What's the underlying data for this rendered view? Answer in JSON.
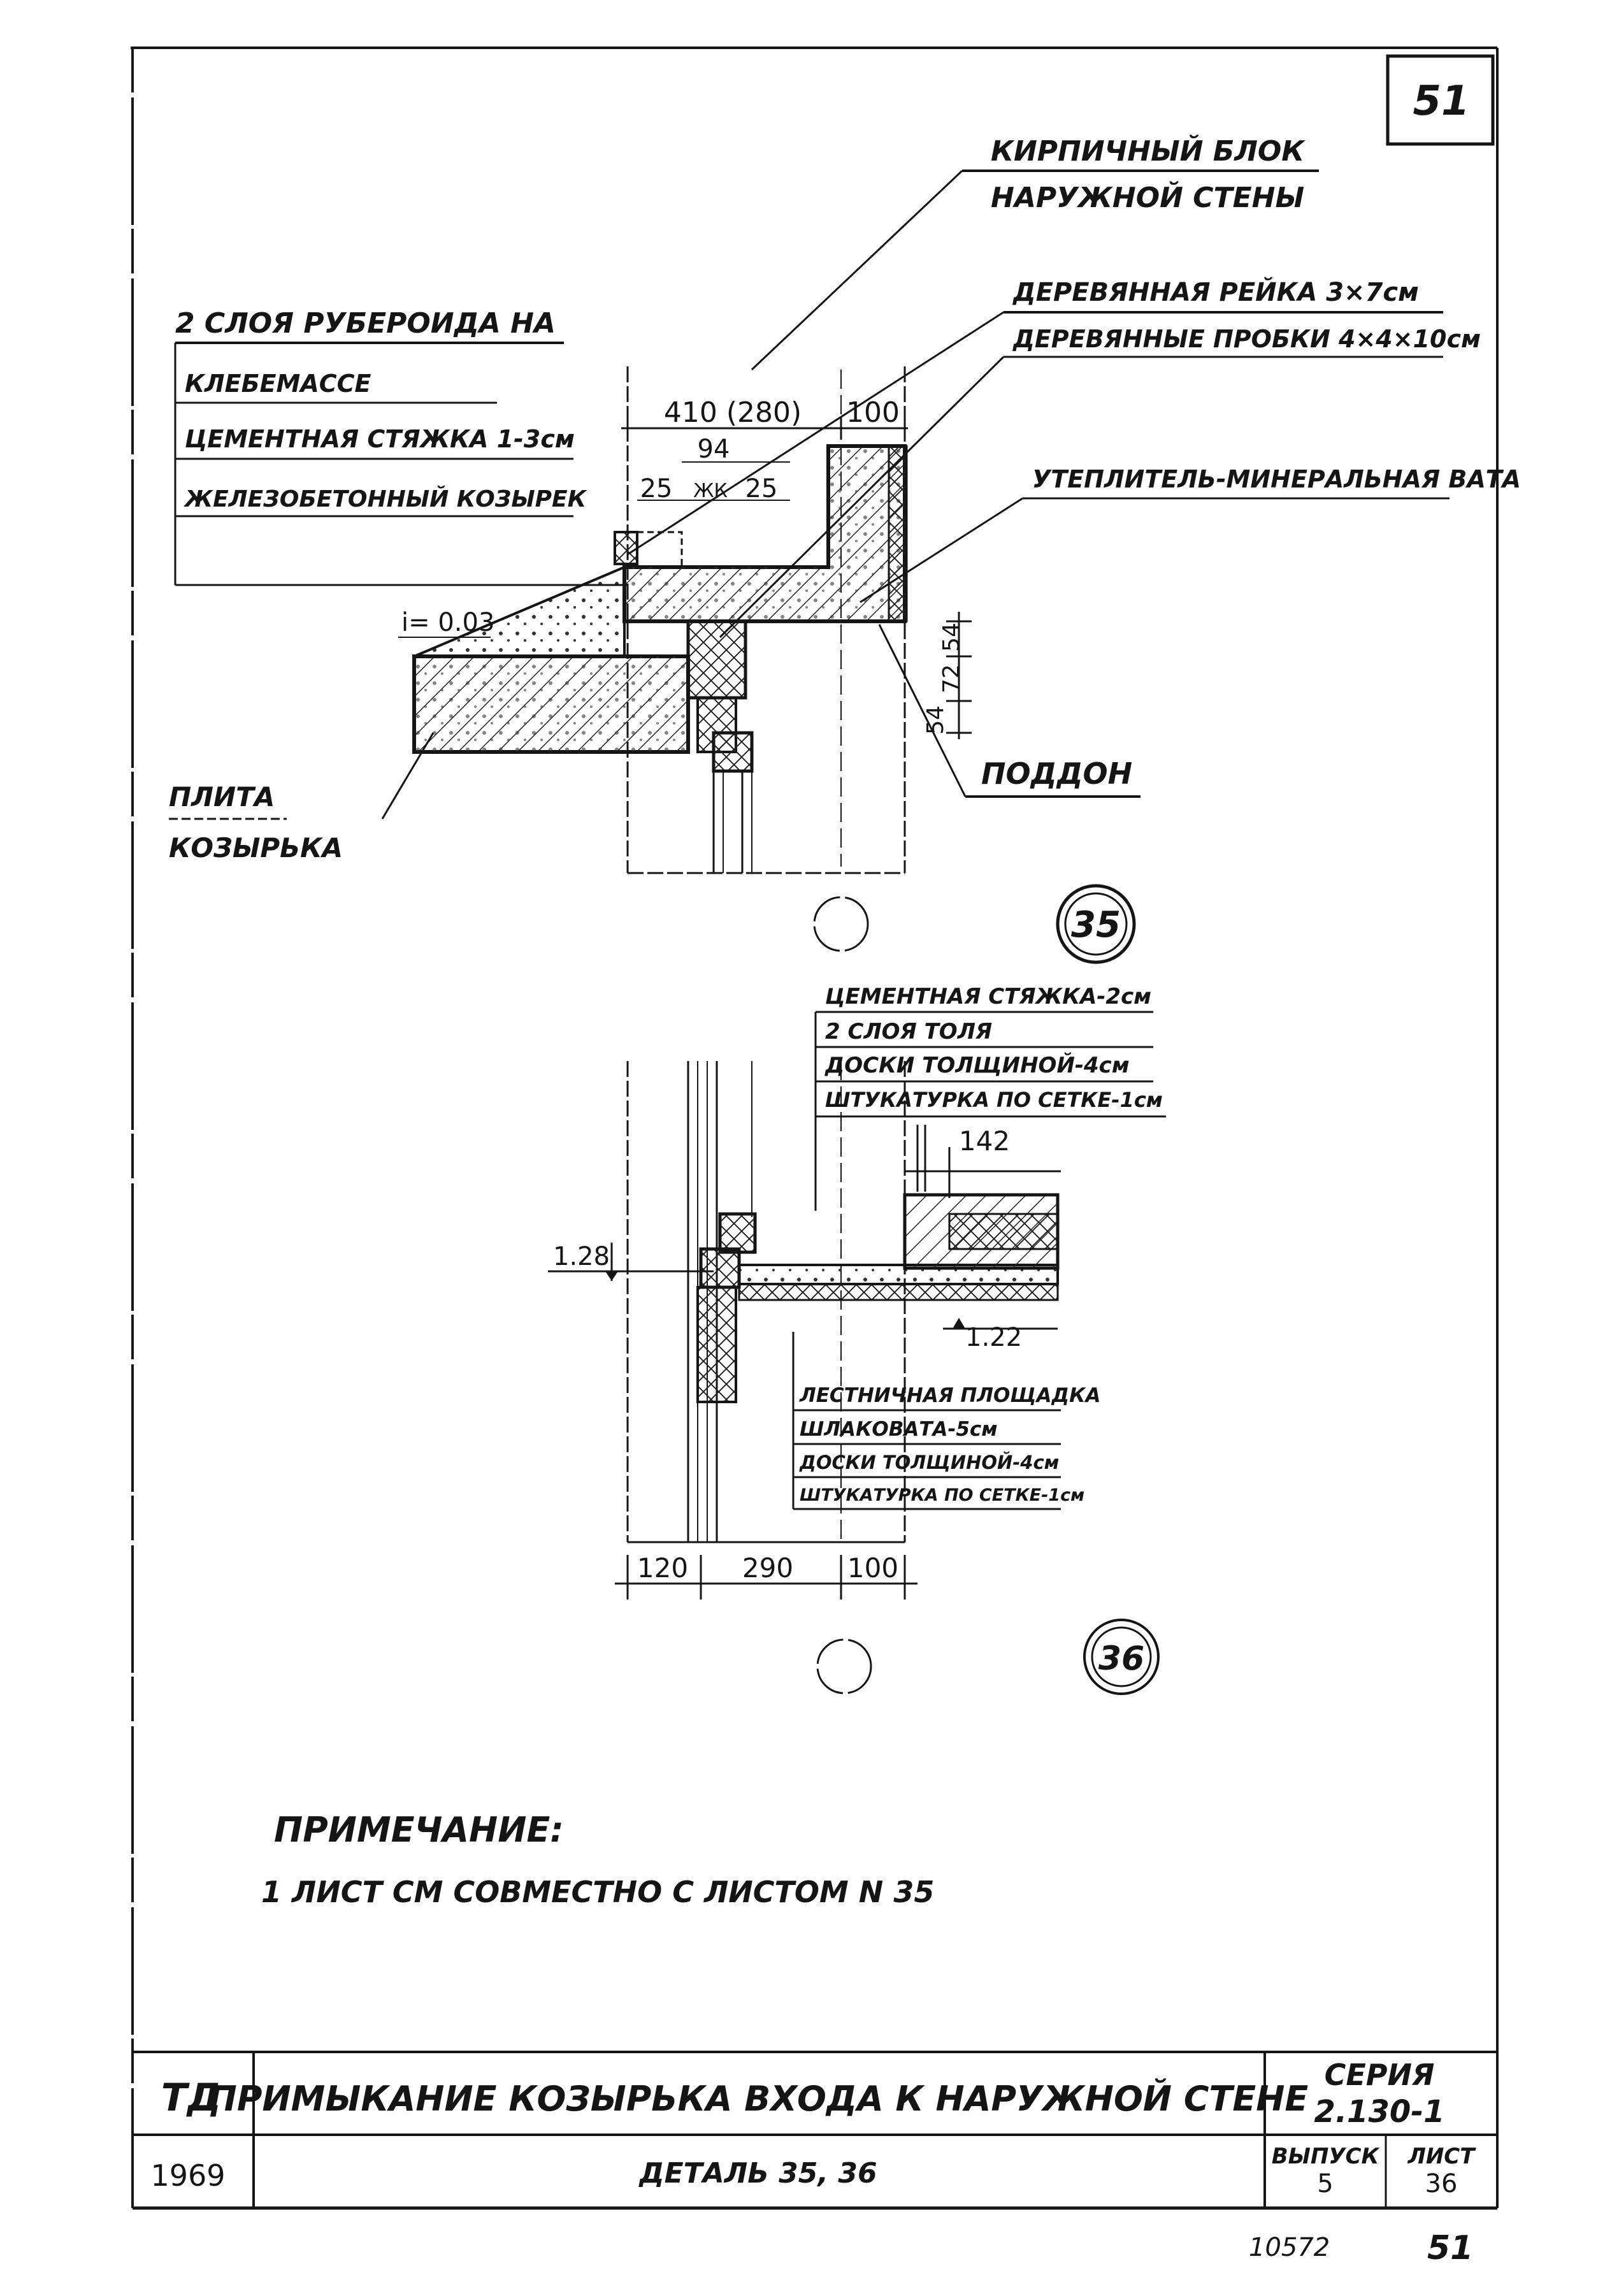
{
  "sheet_number_box": "51",
  "detail_35": {
    "callouts": {
      "brick_block_line1": "КИРПИЧНЫЙ БЛОК",
      "brick_block_line2": "НАРУЖНОЙ СТЕНЫ",
      "wood_rail": "ДЕРЕВЯННАЯ РЕЙКА 3×7см",
      "wood_plugs": "ДЕРЕВЯННЫЕ ПРОБКИ 4×4×10см",
      "insulation": "УТЕПЛИТЕЛЬ-МИНЕРАЛЬНАЯ ВАТА",
      "pallet": "ПОДДОН",
      "slab_line1": "ПЛИТА",
      "slab_line2": "КОЗЫРЬКА"
    },
    "layers": [
      "2 СЛОЯ РУБЕРОИДА НА",
      "КЛЕБЕМАССЕ",
      "ЦЕМЕНТНАЯ СТЯЖКА 1-3см",
      "ЖЕЛЕЗОБЕТОННЫЙ КОЗЫРЕК"
    ],
    "dimensions": {
      "wall": "410 (280)",
      "insulation": "100",
      "rail": "94",
      "left": "25",
      "right": "25",
      "slope": "i= 0.03",
      "v1": "54",
      "v2": "72",
      "v3": "54"
    },
    "marker": "35"
  },
  "detail_36": {
    "layers_top": [
      "ЦЕМЕНТНАЯ СТЯЖКА-2см",
      "2 СЛОЯ ТОЛЯ",
      "ДОСКИ ТОЛЩИНОЙ-4см",
      "ШТУКАТУРКА ПО СЕТКЕ-1см"
    ],
    "layers_bottom": [
      "ЛЕСТНИЧНАЯ ПЛОЩАДКА",
      "ШЛАКОВАТА-5см",
      "ДОСКИ ТОЛЩИНОЙ-4см",
      "ШТУКАТУРКА ПО СЕТКЕ-1см"
    ],
    "dimensions": {
      "d142": "142",
      "elev_left": "1.28",
      "elev_right": "1.22",
      "b1": "120",
      "b2": "290",
      "b3": "100"
    },
    "marker": "36"
  },
  "note": {
    "heading": "ПРИМЕЧАНИЕ:",
    "text": "1  ЛИСТ  СМ  СОВМЕСТНО  С  ЛИСТОМ   N 35"
  },
  "title_block": {
    "mark": "ТД",
    "title": "ПРИМЫКАНИЕ КОЗЫРЬКА ВХОДА К НАРУЖНОЙ СТЕНЕ",
    "series_label": "СЕРИЯ",
    "series_value": "2.130-1",
    "year": "1969",
    "subtitle": "ДЕТАЛЬ 35, 36",
    "issue_label": "ВЫПУСК",
    "issue_value": "5",
    "sheet_label": "ЛИСТ",
    "sheet_value": "36"
  },
  "footer": {
    "archive_number": "10572",
    "page": "51"
  }
}
